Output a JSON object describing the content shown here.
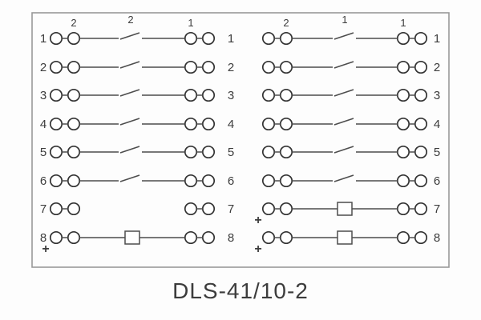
{
  "caption": "DLS-41/10-2",
  "colors": {
    "background": "#fdfdfd",
    "line": "#4d4d4d",
    "circle_stroke": "#333333",
    "circle_fill": "#ffffff",
    "border": "#999999",
    "text": "#3c3c3c"
  },
  "blocks": [
    {
      "side": "left",
      "show_left_labels": true,
      "rows": [
        {
          "label": "1",
          "middle": "switch",
          "plus": false
        },
        {
          "label": "2",
          "middle": "switch",
          "plus": false
        },
        {
          "label": "3",
          "middle": "switch",
          "plus": false
        },
        {
          "label": "4",
          "middle": "switch",
          "plus": false
        },
        {
          "label": "5",
          "middle": "switch",
          "plus": false
        },
        {
          "label": "6",
          "middle": "switch",
          "plus": false
        },
        {
          "label": "7",
          "middle": "none",
          "plus": false
        },
        {
          "label": "8",
          "middle": "box",
          "plus": true
        }
      ],
      "annotations": [
        {
          "text": "2",
          "anchor": "inner-left"
        },
        {
          "text": "2",
          "anchor": "switch"
        },
        {
          "text": "1",
          "anchor": "inner-right"
        }
      ]
    },
    {
      "side": "right",
      "show_left_labels": false,
      "rows": [
        {
          "label": "1",
          "middle": "switch",
          "plus": false
        },
        {
          "label": "2",
          "middle": "switch",
          "plus": false
        },
        {
          "label": "3",
          "middle": "switch",
          "plus": false
        },
        {
          "label": "4",
          "middle": "switch",
          "plus": false
        },
        {
          "label": "5",
          "middle": "switch",
          "plus": false
        },
        {
          "label": "6",
          "middle": "switch",
          "plus": false
        },
        {
          "label": "7",
          "middle": "box",
          "plus": true
        },
        {
          "label": "8",
          "middle": "box",
          "plus": true
        }
      ],
      "annotations": [
        {
          "text": "2",
          "anchor": "inner-left"
        },
        {
          "text": "1",
          "anchor": "switch"
        },
        {
          "text": "1",
          "anchor": "inner-right"
        }
      ]
    }
  ]
}
